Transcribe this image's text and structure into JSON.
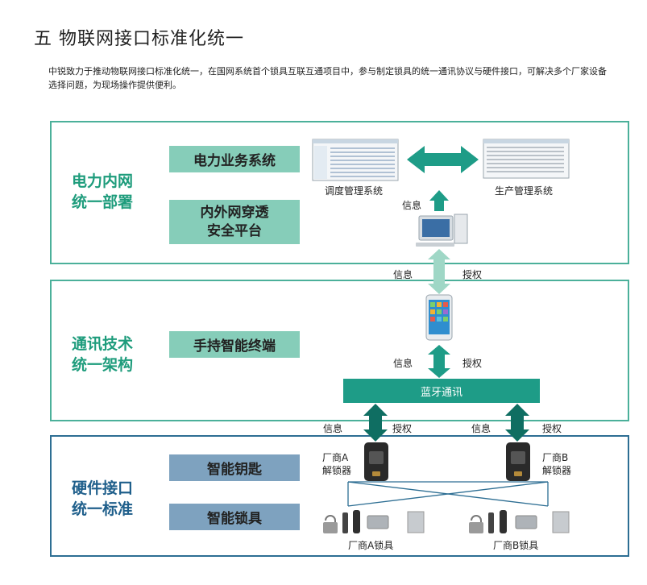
{
  "title": "五  物联网接口标准化统一",
  "description": "中锐致力于推动物联网接口标准化统一，在国网系统首个锁具互联互通项目中，参与制定锁具的统一通讯协议与硬件接口，可解决多个厂家设备选择问题，为现场操作提供便利。",
  "sections": {
    "power": {
      "title_line1": "电力内网",
      "title_line2": "统一部署",
      "box1": "电力业务系统",
      "box2_line1": "内外网穿透",
      "box2_line2": "安全平台"
    },
    "comm": {
      "title_line1": "通讯技术",
      "title_line2": "统一架构",
      "box1": "手持智能终端"
    },
    "hardware": {
      "title_line1": "硬件接口",
      "title_line2": "统一标准",
      "box1": "智能钥匙",
      "box2": "智能锁具"
    }
  },
  "labels": {
    "dispatch": "调度管理系统",
    "production": "生产管理系统",
    "info": "信息",
    "auth": "授权",
    "bluetooth": "蓝牙通讯",
    "vendorA_line1": "厂商A",
    "vendorA_line2": "解锁器",
    "vendorB_line1": "厂商B",
    "vendorB_line2": "解锁器",
    "vendorA_locks": "厂商A锁具",
    "vendorB_locks": "厂商B锁具"
  },
  "colors": {
    "teal": "#1e9c87",
    "light_teal": "#86cdb9",
    "blue": "#7ea2bf",
    "dark_teal": "#0f6e62",
    "arrow_light": "#9fd7c6"
  }
}
